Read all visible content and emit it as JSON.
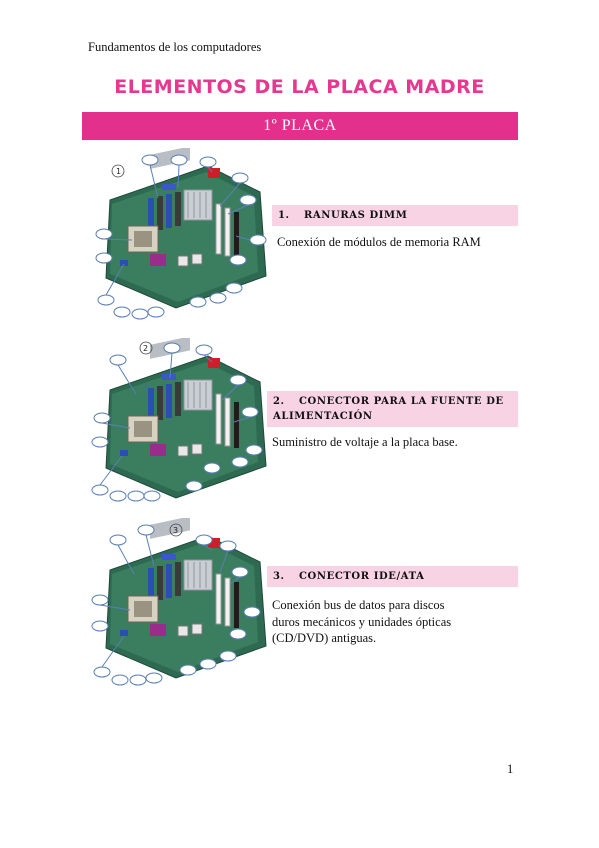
{
  "page": {
    "header": "Fundamentos de los computadores",
    "title": "ELEMENTOS DE LA PLACA MADRE",
    "section": "1º PLACA",
    "page_number": "1"
  },
  "items": [
    {
      "number": "1.",
      "heading": "RANURAS DIMM",
      "marker": "1",
      "description": "Conexión de módulos de memoria RAM"
    },
    {
      "number": "2.",
      "heading_line1": "CONECTOR PARA LA FUENTE DE",
      "heading_line2": "ALIMENTACIÓN",
      "marker": "2",
      "description": "Suministro de voltaje a la placa base."
    },
    {
      "number": "3.",
      "heading": "CONECTOR IDE/ATA",
      "marker": "3",
      "description": "Conexión bus de datos para discos duros mecánicos y unidades ópticas (CD/DVD) antiguas."
    }
  ]
}
